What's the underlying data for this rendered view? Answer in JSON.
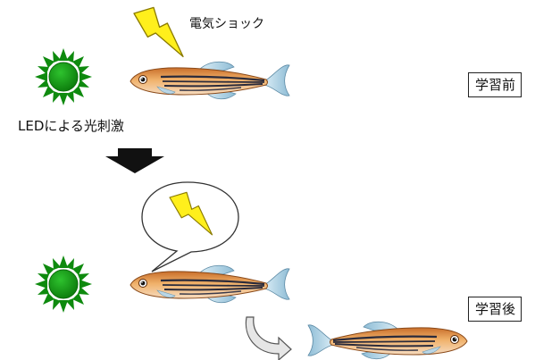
{
  "labels": {
    "electric_shock": "電気ショック",
    "led_stimulus": "LEDによる光刺激",
    "before_learning": "学習前",
    "after_learning": "学習後"
  },
  "icons": [
    "led-sun-icon",
    "lightning-bolt-icon",
    "zebrafish-icon",
    "down-arrow-icon",
    "speech-bubble-icon",
    "curved-turn-arrow-icon"
  ],
  "colors": {
    "led_green": "#1a9a1a",
    "led_green_dark": "#0e6e0e",
    "bolt_yellow": "#ffee1a",
    "fish_body": "#e8a35a",
    "fish_stripe": "#2a2a3a",
    "fish_fin": "#a9cde0",
    "arrow_black": "#111111"
  }
}
